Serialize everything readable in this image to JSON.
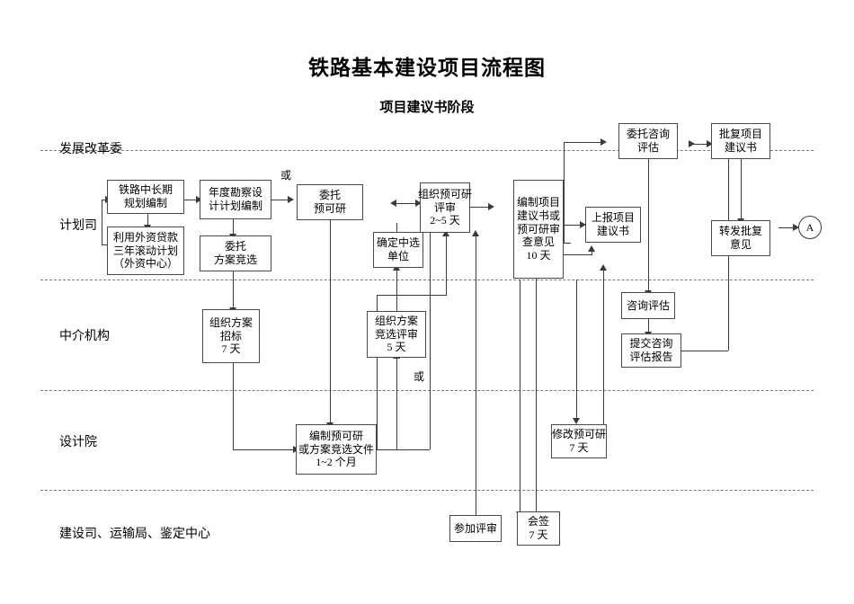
{
  "title": "铁路基本建设项目流程图",
  "subtitle": "项目建议书阶段",
  "lanes": [
    {
      "label": "发展改革委"
    },
    {
      "label": "计划司"
    },
    {
      "label": "中介机构"
    },
    {
      "label": "设计院"
    },
    {
      "label": "建设司、运输局、鉴定中心"
    }
  ],
  "tags": [
    {
      "label": "或"
    },
    {
      "label": "或"
    }
  ],
  "connector": {
    "label": "A"
  },
  "nodes": [
    {
      "id": "n1",
      "lines": [
        "铁路中长期",
        "规划编制"
      ]
    },
    {
      "id": "n2",
      "lines": [
        "利用外资贷款",
        "三年滚动计划",
        "（外资中心）"
      ]
    },
    {
      "id": "n3",
      "lines": [
        "年度勘察设",
        "计计划编制"
      ]
    },
    {
      "id": "n4",
      "lines": [
        "委托",
        "预可研"
      ]
    },
    {
      "id": "n5",
      "lines": [
        "委托",
        "方案竞选"
      ]
    },
    {
      "id": "n6",
      "lines": [
        "确定中选",
        "单位"
      ]
    },
    {
      "id": "n7",
      "lines": [
        "组织预可研",
        "评审",
        "2~5 天"
      ]
    },
    {
      "id": "n8",
      "lines": [
        "编制项目",
        "建议书或",
        "预可研审",
        "查意见",
        "10 天"
      ]
    },
    {
      "id": "n9",
      "lines": [
        "委托咨询",
        "评估"
      ]
    },
    {
      "id": "n10",
      "lines": [
        "批复项目",
        "建议书"
      ]
    },
    {
      "id": "n11",
      "lines": [
        "上报项目",
        "建议书"
      ]
    },
    {
      "id": "n12",
      "lines": [
        "转发批复",
        "意见"
      ]
    },
    {
      "id": "n13",
      "lines": [
        "组织方案",
        "招标",
        "7 天"
      ]
    },
    {
      "id": "n14",
      "lines": [
        "组织方案",
        "竞选评审",
        "5 天"
      ]
    },
    {
      "id": "n15",
      "lines": [
        "咨询评估"
      ]
    },
    {
      "id": "n16",
      "lines": [
        "提交咨询",
        "评估报告"
      ]
    },
    {
      "id": "n17",
      "lines": [
        "编制预可研",
        "或方案竞选文件",
        "1~2 个月"
      ]
    },
    {
      "id": "n18",
      "lines": [
        "修改预可研",
        "7 天"
      ]
    },
    {
      "id": "n19",
      "lines": [
        "参加评审"
      ]
    },
    {
      "id": "n20",
      "lines": [
        "会签",
        "7 天"
      ]
    }
  ]
}
